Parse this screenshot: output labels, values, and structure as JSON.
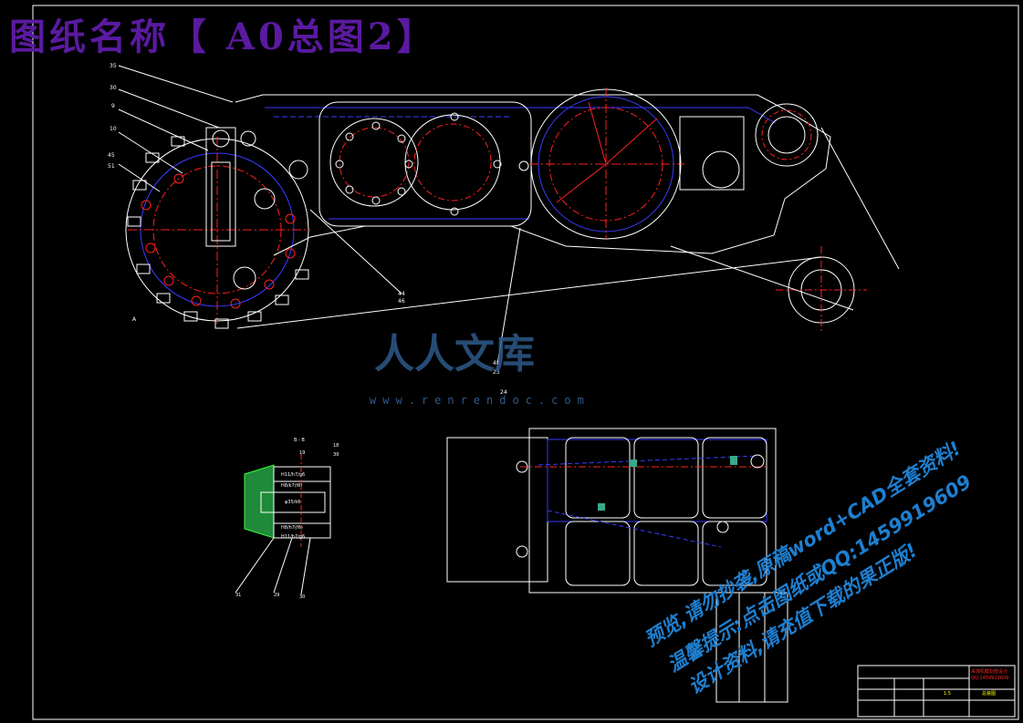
{
  "banner": {
    "title": "图纸名称【 A0总图2】"
  },
  "watermark": {
    "logo": "人人文库",
    "url": "www.renrendoc.com",
    "notice_lines": [
      "预览,请勿抄袭,原稿word+CAD全套资料!",
      "温馨提示:点击图纸或QQ:1459919609",
      "设计资料,请充值下载的果正版!"
    ]
  },
  "drawing": {
    "section_label": "B - B",
    "callouts_main": [
      "35",
      "30",
      "9",
      "10",
      "45",
      "51",
      "44",
      "46",
      "48",
      "25",
      "24",
      "A"
    ],
    "callouts_section": [
      "19",
      "18",
      "39",
      "31",
      "29",
      "30"
    ],
    "fits": [
      "H11/h7/g6",
      "H8/k7(f6)",
      "φ35/k6",
      "H8/h7(f6)",
      "H11/h7/g6"
    ]
  },
  "title_block": {
    "drawing_name": "总装图",
    "company_lines": [
      "采煤机截割部设计",
      "QQ:1459919609"
    ],
    "scale": "1:5"
  },
  "colors": {
    "line_white": "#ffffff",
    "line_blue": "#3a3aff",
    "line_red": "#ff2020",
    "banner": "#5a1aa0",
    "watermark": "#2d5a8a",
    "notice": "#1e7fd0"
  }
}
